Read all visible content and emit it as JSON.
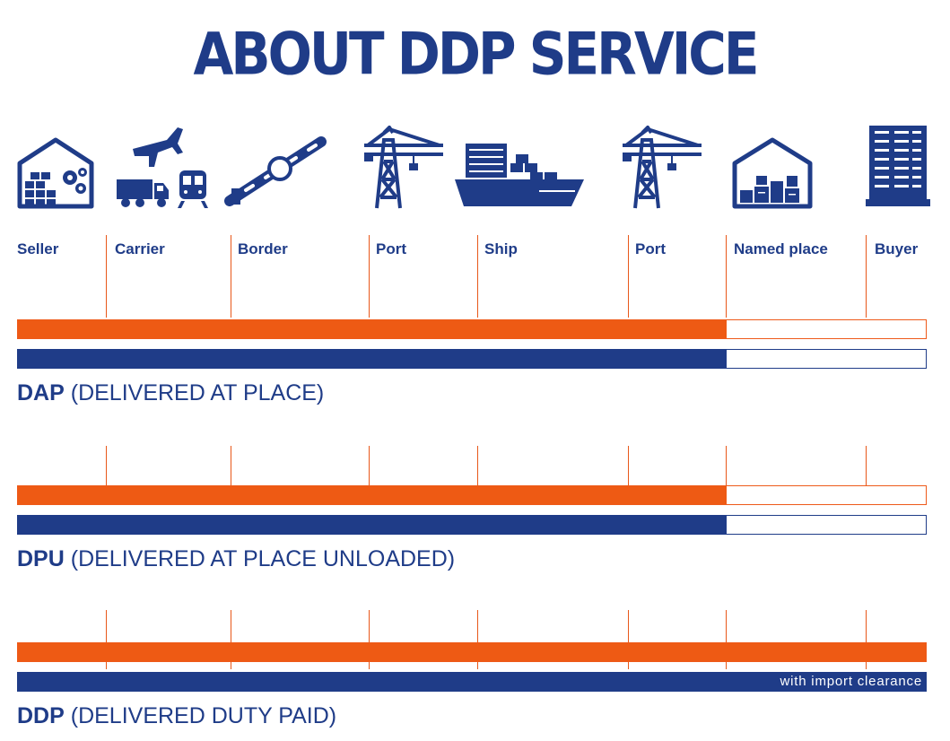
{
  "title": "ABOUT DDP SERVICE",
  "stages": [
    {
      "label": "Seller",
      "icon": "seller-warehouse-icon"
    },
    {
      "label": "Carrier",
      "icon": "carrier-transport-icon"
    },
    {
      "label": "Border",
      "icon": "border-barrier-icon"
    },
    {
      "label": "Port",
      "icon": "port-crane-icon"
    },
    {
      "label": "Ship",
      "icon": "cargo-ship-icon"
    },
    {
      "label": "Port",
      "icon": "port-crane-icon"
    },
    {
      "label": "Named place",
      "icon": "named-place-warehouse-icon"
    },
    {
      "label": "Buyer",
      "icon": "buyer-building-icon"
    }
  ],
  "terms": [
    {
      "abbr": "DAP",
      "full": "(DELIVERED AT PLACE)",
      "cost_coverage": "up to Named place",
      "risk_coverage": "up to Named place",
      "note": ""
    },
    {
      "abbr": "DPU",
      "full": "(DELIVERED AT PLACE UNLOADED)",
      "cost_coverage": "up to Named place",
      "risk_coverage": "up to Named place",
      "note": ""
    },
    {
      "abbr": "DDP",
      "full": "(DELIVERED DUTY PAID)",
      "cost_coverage": "up to Buyer",
      "risk_coverage": "up to Buyer",
      "note": "with import clearance"
    }
  ],
  "colors": {
    "navy": "#1f3c88",
    "orange": "#ee5a14",
    "line": "#e8581a"
  }
}
